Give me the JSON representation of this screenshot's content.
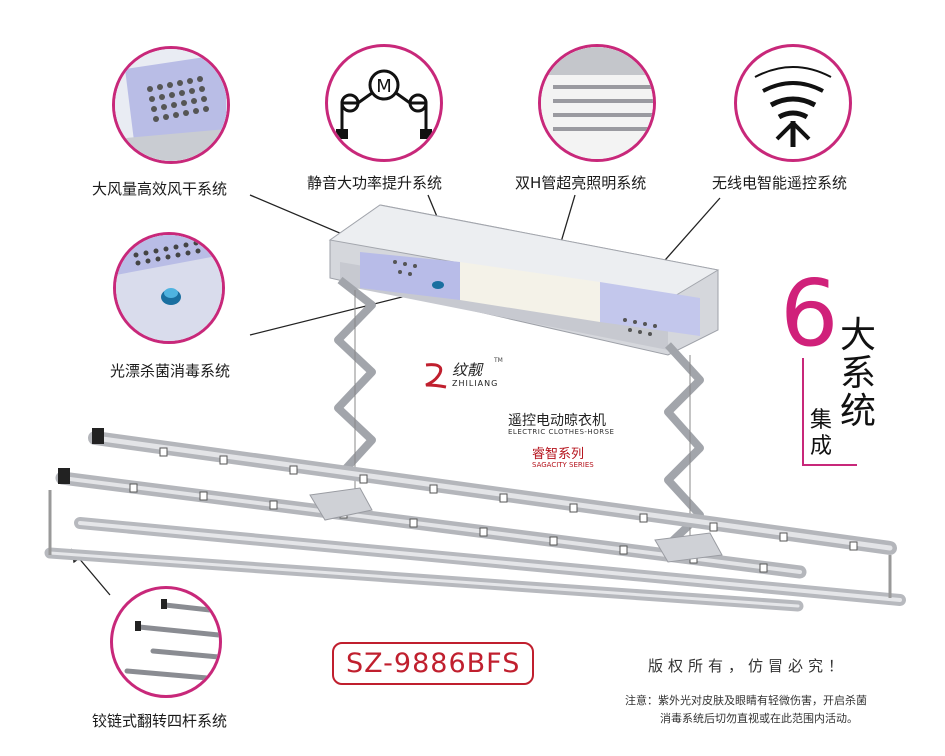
{
  "features": {
    "fan": "大风量高效风干系统",
    "motor": "静音大功率提升系统",
    "light": "双H管超亮照明系统",
    "remote": "无线电智能遥控系统",
    "disinfect": "光漂杀菌消毒系统",
    "rods": "铰链式翻转四杆系统"
  },
  "motor_icon_letter": "M",
  "brand": {
    "name_cn": "纹靓",
    "name_en": "ZHILIANG",
    "tm": "TM"
  },
  "product": {
    "title_cn": "遥控电动晾衣机",
    "title_en": "ELECTRIC CLOTHES-HORSE",
    "series_cn": "睿智系列",
    "series_en": "SAGACITY SERIES"
  },
  "badge": {
    "number": "6",
    "c1": "大",
    "c2": "系",
    "c3": "统",
    "c4": "集",
    "c5": "成"
  },
  "model": "SZ-9886BFS",
  "rights": "版权所有，仿冒必究！",
  "note_line1": "注意：紫外光对皮肤及眼睛有轻微伤害，开启杀菌",
  "note_line2": "消毒系统后切勿直视或在此范围内活动。",
  "colors": {
    "accent": "#c8287a",
    "model_red": "#c01f2e",
    "series_red": "#b5121b"
  }
}
